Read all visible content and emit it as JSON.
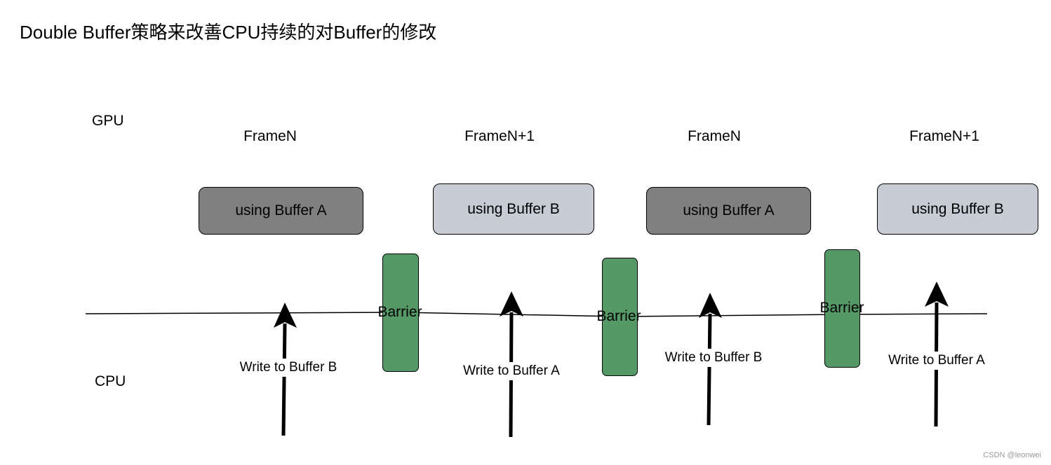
{
  "title": "Double Buffer策略来改善CPU持续的对Buffer的修改",
  "lanes": {
    "gpu": "GPU",
    "cpu": "CPU"
  },
  "frames": [
    "FrameN",
    "FrameN+1",
    "FrameN",
    "FrameN+1"
  ],
  "gpu_buffers": [
    {
      "label": "using Buffer A",
      "tone": "dark"
    },
    {
      "label": "using Buffer B",
      "tone": "light"
    },
    {
      "label": "using Buffer A",
      "tone": "dark"
    },
    {
      "label": "using Buffer B",
      "tone": "light"
    }
  ],
  "barrier_label": "Barrier",
  "cpu_writes": [
    "Write to Buffer B",
    "Write to Buffer A",
    "Write to Buffer B",
    "Write to Buffer A"
  ],
  "colors": {
    "buffer_a": "#808080",
    "buffer_b": "#c6cbd4",
    "barrier": "#559966"
  },
  "watermark": "CSDN @leonwei"
}
